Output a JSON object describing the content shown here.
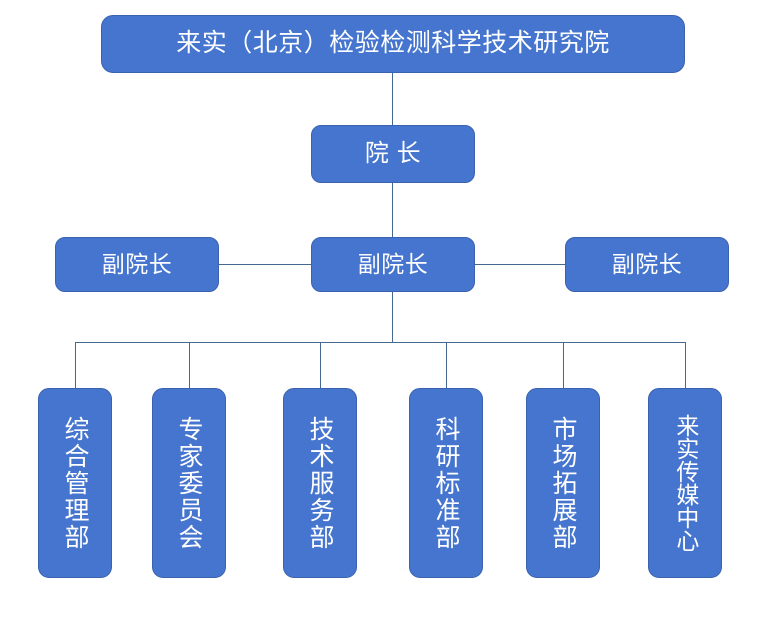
{
  "chart": {
    "type": "org-chart",
    "title": "来实（北京）检验检测科学技术研究院",
    "colors": {
      "node_fill": "#4575ce",
      "node_border": "#3a62ad",
      "node_text": "#ffffff",
      "connector": "#44688e",
      "background": "#ffffff"
    },
    "root": {
      "label": "来实（北京）检验检测科学技术研究院"
    },
    "president": {
      "label": "院 长"
    },
    "vice_presidents": [
      {
        "label": "副院长"
      },
      {
        "label": "副院长"
      },
      {
        "label": "副院长"
      }
    ],
    "departments": [
      {
        "label": "综合管理部"
      },
      {
        "label": "专家委员会"
      },
      {
        "label": "技术服务部"
      },
      {
        "label": "科研标准部"
      },
      {
        "label": "市场拓展部"
      },
      {
        "label": "来实传媒中心"
      }
    ]
  }
}
